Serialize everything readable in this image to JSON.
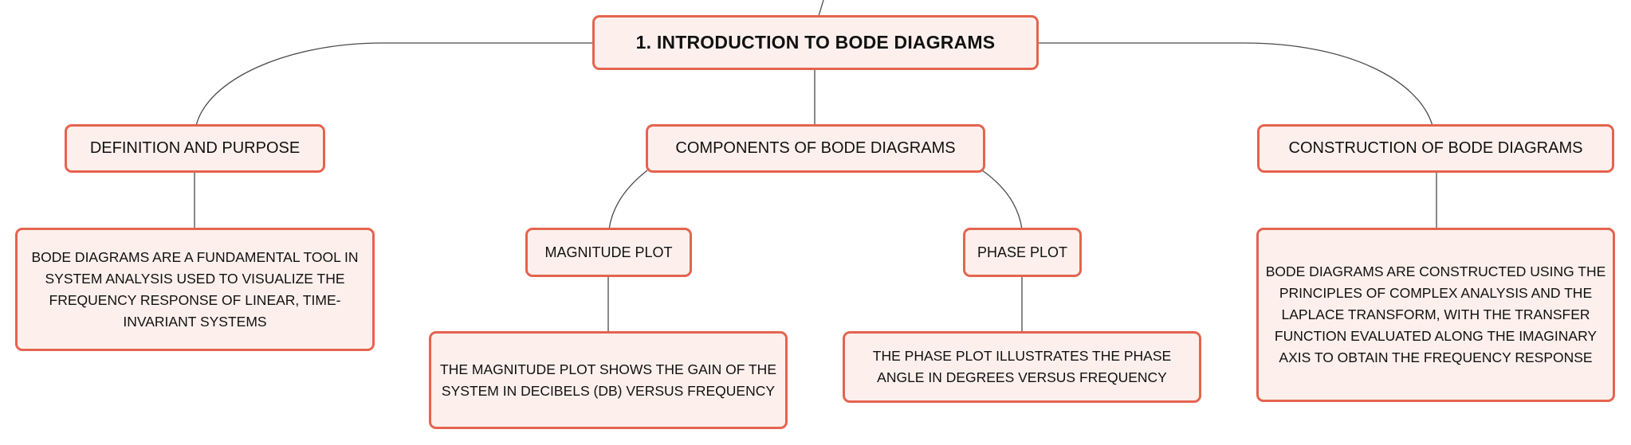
{
  "diagram": {
    "root": {
      "label": "1. Introduction to Bode Diagrams"
    },
    "definition": {
      "label": "Definition and Purpose",
      "description": "Bode diagrams are a fundamental tool in system analysis used to visualize the frequency response of linear, time-invariant systems"
    },
    "components": {
      "label": "Components of Bode Diagrams",
      "magnitude": {
        "label": "Magnitude Plot",
        "description": "The magnitude plot shows the gain of the system in decibels (dB) versus frequency"
      },
      "phase": {
        "label": "Phase Plot",
        "description": "The phase plot illustrates the phase angle in degrees versus frequency"
      }
    },
    "construction": {
      "label": "Construction of Bode Diagrams",
      "description": "Bode diagrams are constructed using the principles of complex analysis and the Laplace transform, with the transfer function evaluated along the imaginary axis to obtain the frequency response"
    }
  },
  "colors": {
    "node_border": "#e5634f",
    "node_fill": "#fdf0ec",
    "connector": "#4a4a4a",
    "text": "#111111"
  }
}
